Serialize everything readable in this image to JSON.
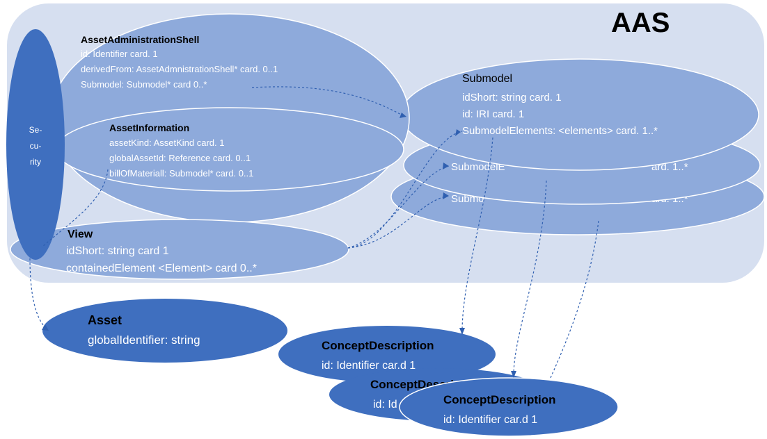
{
  "region": {
    "label": "AAS"
  },
  "security": {
    "lines": [
      "Se-",
      "cu-",
      "rity"
    ]
  },
  "aas_shell": {
    "title": "AssetAdministrationShell",
    "lines": [
      "id: Identifier card. 1",
      "derivedFrom: AssetAdmnistrationShell* card. 0..1",
      "Submodel: Submodel* card 0..*"
    ]
  },
  "asset_information": {
    "title": "AssetInformation",
    "lines": [
      "assetKind: AssetKind card. 1",
      "globalAssetId: Reference card. 0..1",
      "billOfMateriall: Submodel* card. 0..1"
    ]
  },
  "view": {
    "title": "View",
    "lines": [
      "idShort: string card 1",
      "containedElement <Element> card 0..*"
    ]
  },
  "submodel": {
    "title": "Submodel",
    "lines": [
      "idShort: string card. 1",
      "id: IRI card. 1",
      "SubmodelElements: <elements> card. 1..*"
    ]
  },
  "submodel_stack": {
    "row2_left": "SubmodelE",
    "row2_right": "ard. 1..*",
    "row3_left": "Submo",
    "row3_right": "ard. 1..*"
  },
  "asset": {
    "title": "Asset",
    "line": "globalIdentifier: string"
  },
  "concept_descriptions": [
    {
      "title": "ConceptDescription",
      "line": "id: Identifier car.d 1"
    },
    {
      "title": "ConceptDescri",
      "line": "id: Id"
    },
    {
      "title": "ConceptDescription",
      "line": "id: Identifier car.d 1"
    }
  ],
  "colors": {
    "region_fill": "#d6dff0",
    "ellipse_light": "#8eaadb",
    "ellipse_dark": "#3f6fbf",
    "connector": "#2f5fb0"
  }
}
